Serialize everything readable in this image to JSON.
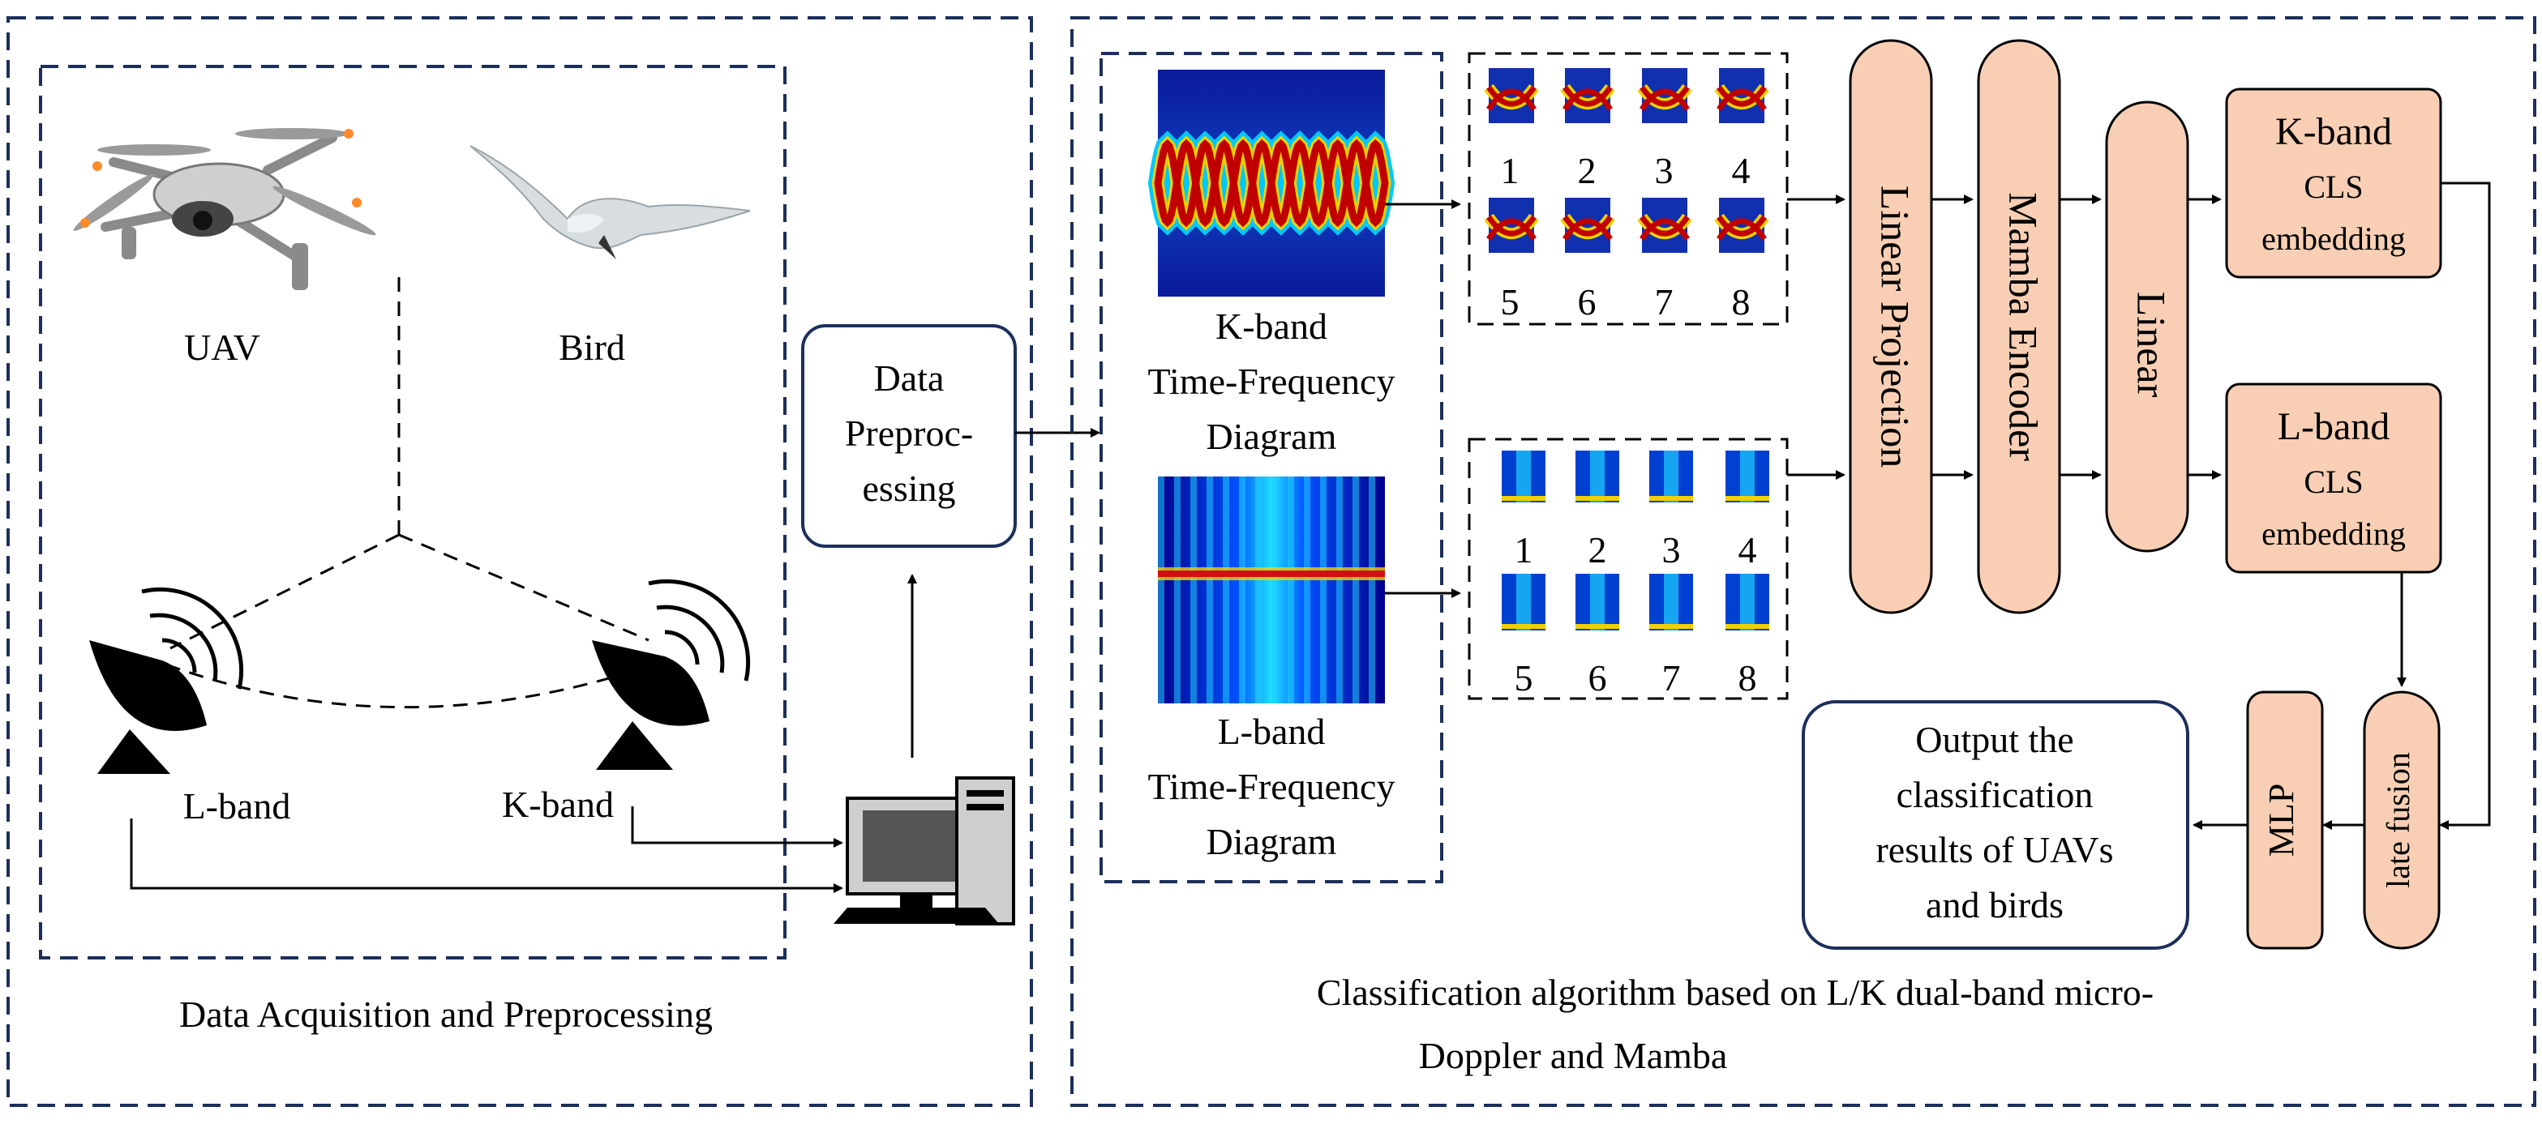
{
  "left_panel": {
    "title": "Data Acquisition and Preprocessing",
    "uav_label": "UAV",
    "bird_label": "Bird",
    "lband_radar_label": "L-band",
    "kband_radar_label": "K-band",
    "preprocess_line1": "Data",
    "preprocess_line2": "Preproc-",
    "preprocess_line3": "essing"
  },
  "right_panel": {
    "title_line1": "Classification algorithm based on L/K dual-band micro-",
    "title_line2": "Doppler and Mamba",
    "k_tf_line1": "K-band",
    "k_tf_line2": "Time-Frequency",
    "k_tf_line3": "Diagram",
    "l_tf_line1": "L-band",
    "l_tf_line2": "Time-Frequency",
    "l_tf_line3": "Diagram",
    "patch_numbers": [
      "1",
      "2",
      "3",
      "4",
      "5",
      "6",
      "7",
      "8"
    ],
    "linear_projection": "Linear Projection",
    "mamba_encoder": "Mamba Encoder",
    "linear": "Linear",
    "k_cls_line1": "K-band",
    "k_cls_line2": "CLS",
    "k_cls_line3": "embedding",
    "l_cls_line1": "L-band",
    "l_cls_line2": "CLS",
    "l_cls_line3": "embedding",
    "late_fusion": "late fusion",
    "mlp": "MLP",
    "output_line1": "Output the",
    "output_line2": "classification",
    "output_line3": "results of UAVs",
    "output_line4": "and birds"
  },
  "colors": {
    "frame_blue": "#1c2f5c",
    "block_fill": "#f8cfb4",
    "block_stroke": "#000000",
    "heat_low": "#00008b",
    "heat_mid": "#00c8ff",
    "heat_high": "#b00000"
  }
}
